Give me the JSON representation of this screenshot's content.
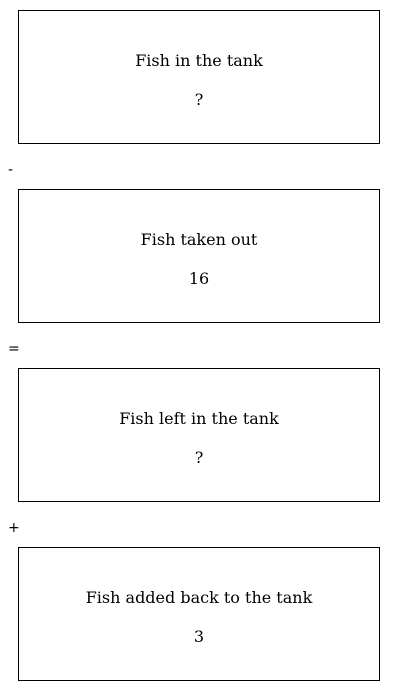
{
  "boxes": [
    {
      "label": "Fish in the tank",
      "value": "?"
    },
    {
      "label": "Fish taken out",
      "value": "16"
    },
    {
      "label": "Fish left in the tank",
      "value": "?"
    },
    {
      "label": "Fish added back to the tank",
      "value": "3"
    }
  ],
  "operators": [
    "-",
    "=",
    "+"
  ]
}
